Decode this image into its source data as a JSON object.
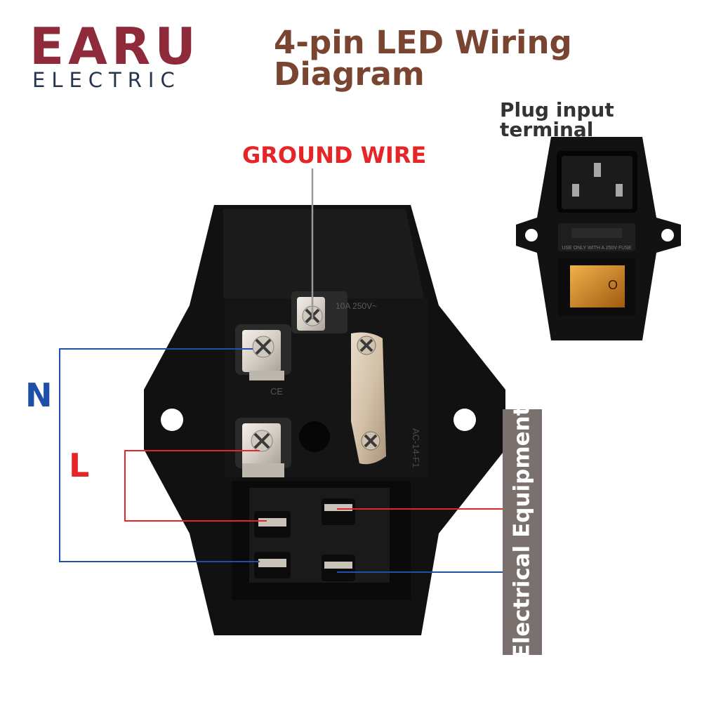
{
  "brand": {
    "name": "EARU",
    "tagline": "ELECTRIC"
  },
  "title": "4-pin LED Wiring Diagram",
  "inset": {
    "label": "Plug input terminal",
    "fuse_text": "USE ONLY WITH A 250V FUSE",
    "switch_symbol": "O"
  },
  "labels": {
    "ground": "GROUND WIRE",
    "neutral": "N",
    "live": "L",
    "equipment": "Electrical Equipment"
  },
  "socket_markings": {
    "rating": "10A 250V~",
    "model": "AC-14-F1",
    "cert": "CE"
  },
  "colors": {
    "brand": "#8f2a3a",
    "brand_sub": "#26364c",
    "title": "#7a4530",
    "live_wire": "#e52527",
    "neutral_wire": "#1f4fa8",
    "equipment_box": "#7a706d"
  }
}
